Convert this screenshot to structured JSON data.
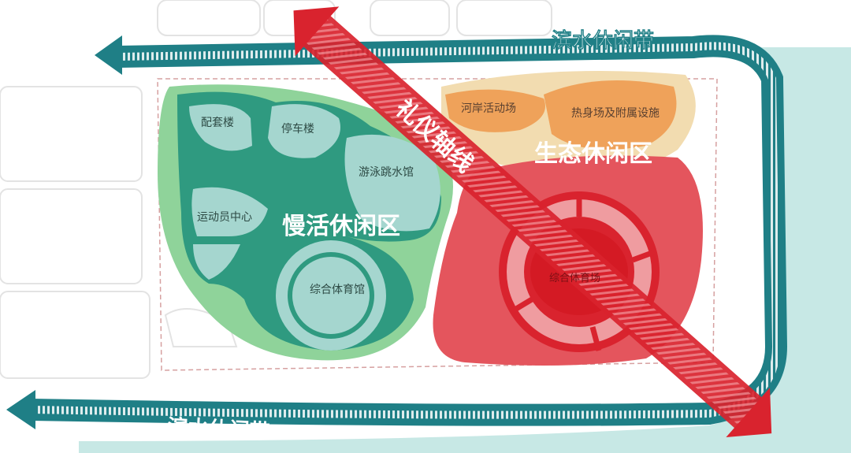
{
  "colors": {
    "teal_band": "#1f7f86",
    "river": "#c7e8e5",
    "green_zone": "#8fd39a",
    "green_building": "#2f9a80",
    "building_fill": "#a5d6cf",
    "red_zone": "#e4555d",
    "red_axis": "#d9232e",
    "orange_zone": "#efa25a",
    "orange_halo": "#f2dcb0"
  },
  "labels": {
    "riverside_top": "滨水休闲带",
    "riverside_bottom": "滨水休闲带",
    "ceremonial_axis": "礼仪轴线",
    "eco_zone": "生态休闲区",
    "slow_zone": "慢活休闲区",
    "riverbank_activity": "河岸活动场",
    "warmup_facilities": "热身场及附属设施",
    "support_building": "配套楼",
    "parking_building": "停车楼",
    "aquatics_center": "游泳跳水馆",
    "athlete_center": "运动员中心",
    "gymnasium": "综合体育馆",
    "stadium": "综合体育场"
  },
  "icons": {
    "axis_arrow": "double-headed-diagonal-arrow",
    "riverside_arrow": "left-arrow"
  }
}
